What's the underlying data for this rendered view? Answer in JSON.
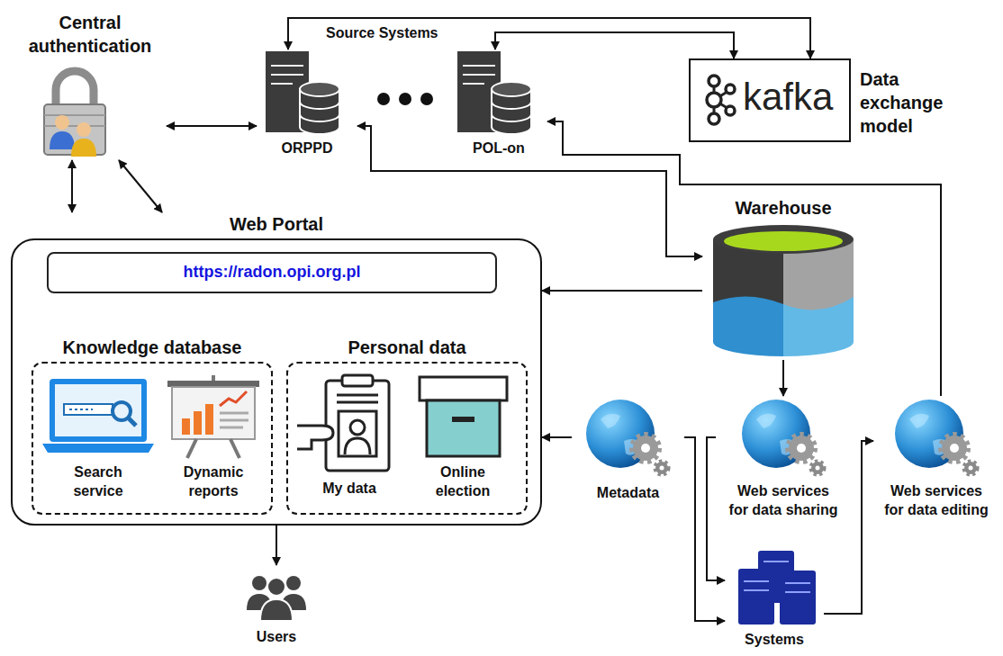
{
  "diagram": {
    "nodes": [
      {
        "text": [
          "Central authentication"
        ]
      },
      {
        "text": [
          "ORPPD"
        ]
      },
      {
        "text": [
          "POL-on"
        ]
      },
      {
        "text": [
          "kafka",
          "Data exchange model"
        ]
      },
      {
        "text": [
          "Web Portal"
        ]
      },
      {
        "text": [
          "https://radon.opi.org.pl"
        ],
        "in": 4
      },
      {
        "text": [
          "Knowledge database"
        ],
        "in": 4
      },
      {
        "text": [
          "Search service"
        ],
        "in": 6
      },
      {
        "text": [
          "Dynamic reports"
        ],
        "in": 6
      },
      {
        "text": [
          "Personal data"
        ],
        "in": 4
      },
      {
        "text": [
          "My data"
        ],
        "in": 9
      },
      {
        "text": [
          "Online election"
        ],
        "in": 9
      },
      {
        "text": [
          "Warehouse"
        ]
      },
      {
        "text": [
          "Metadata"
        ]
      },
      {
        "text": [
          "Web services for data sharing"
        ]
      },
      {
        "text": [
          "Web services for data editing"
        ]
      },
      {
        "text": [
          "Systems"
        ]
      },
      {
        "text": [
          "Users"
        ]
      }
    ],
    "edges": [
      {
        "from": 0,
        "to": 1,
        "arrow": "both"
      },
      {
        "from": 0,
        "to": 4,
        "arrow": "both"
      },
      {
        "from": 0,
        "to": 4,
        "arrow": "both"
      },
      {
        "from": 1,
        "to": 3,
        "arrow": "both"
      },
      {
        "from": 2,
        "to": 3,
        "arrow": "both"
      },
      {
        "from": 1,
        "to": 12,
        "arrow": "both"
      },
      {
        "from": 15,
        "to": 2,
        "arrow": "to"
      },
      {
        "from": 12,
        "to": 4,
        "arrow": "to"
      },
      {
        "from": 12,
        "to": 14,
        "arrow": "to"
      },
      {
        "from": 13,
        "to": 4,
        "arrow": "to"
      },
      {
        "from": 13,
        "to": 16,
        "arrow": "to"
      },
      {
        "from": 14,
        "to": 16,
        "arrow": "to"
      },
      {
        "from": 16,
        "to": 15,
        "arrow": "to"
      },
      {
        "from": 4,
        "to": 17,
        "arrow": "to"
      }
    ],
    "labels": [
      "Source Systems"
    ]
  }
}
